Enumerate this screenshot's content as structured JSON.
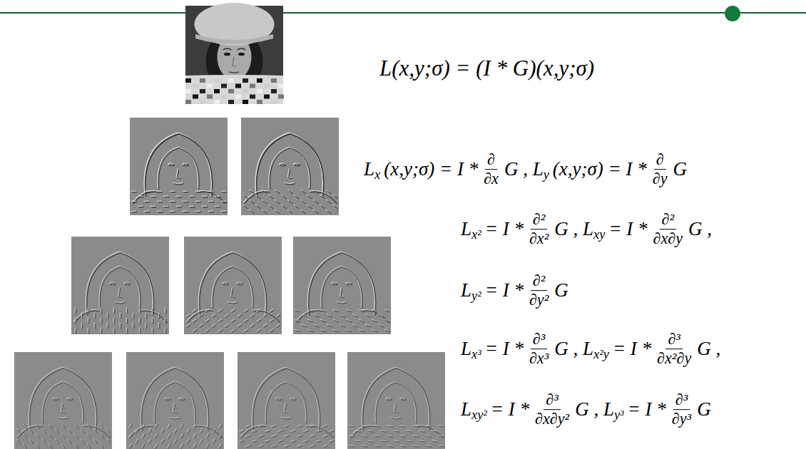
{
  "diagram": {
    "labels": [
      "L(x,y;σ) = (I * G)(x,y;σ)",
      "L",
      "x",
      "(x,y;σ) = I *",
      "∂",
      "∂x",
      "G , L",
      "y",
      "(x,y;σ) = I *",
      "∂",
      "∂y",
      "G",
      "L",
      "x²",
      "= I *",
      "∂²",
      "∂x²",
      "G , L",
      "xy",
      "= I *",
      "∂²",
      "∂x∂y",
      "G ,",
      "L",
      "y²",
      "= I *",
      "∂²",
      "∂y²",
      "G",
      "L",
      "x³",
      "= I *",
      "∂³",
      "∂x³",
      "G , L",
      "x²y",
      "= I *",
      "∂³",
      "∂x²∂y",
      "G ,",
      "L",
      "xy²",
      "= I *",
      "∂³",
      "∂x∂y²",
      "G , L",
      "y³",
      "= I *",
      "∂³",
      "∂y³",
      "G"
    ]
  }
}
